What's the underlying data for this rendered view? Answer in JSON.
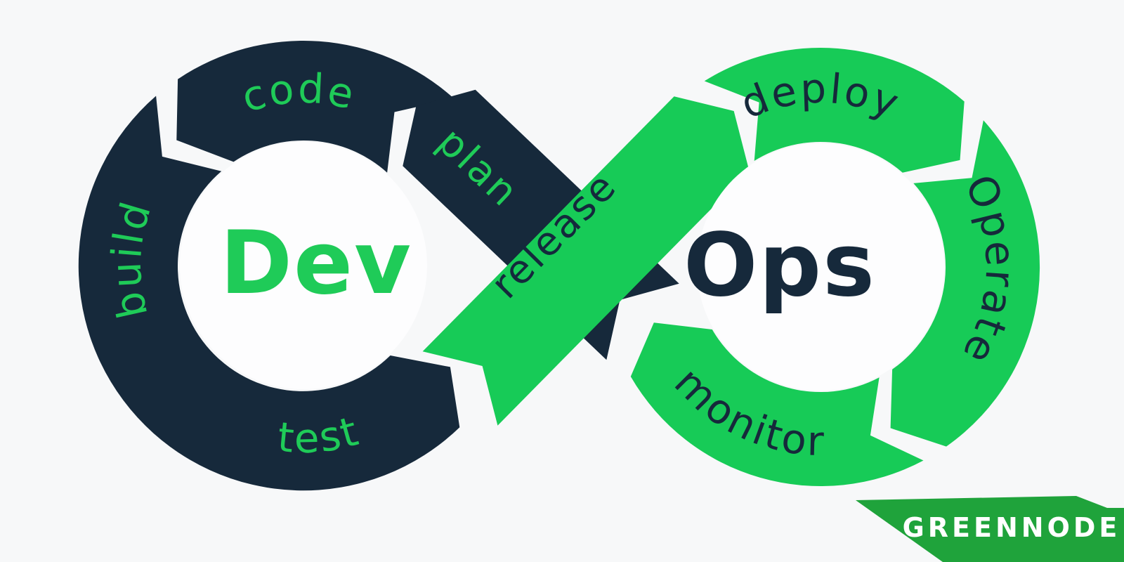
{
  "diagram": {
    "left_loop_title": "Dev",
    "right_loop_title": "Ops",
    "stages": {
      "plan": "plan",
      "code": "code",
      "build": "build",
      "test": "test",
      "release": "release",
      "deploy": "deploy",
      "operate": "Operate",
      "monitor": "monitor"
    }
  },
  "brand": {
    "name": "GREENNODE"
  },
  "colors": {
    "navy": "#16293b",
    "green": "#17cb57",
    "label_green": "#1fcb58",
    "brand_green": "#1fa33b",
    "background": "#f7f8f9",
    "inner_circle": "#fdfdfe",
    "brand_text": "#ffffff"
  }
}
